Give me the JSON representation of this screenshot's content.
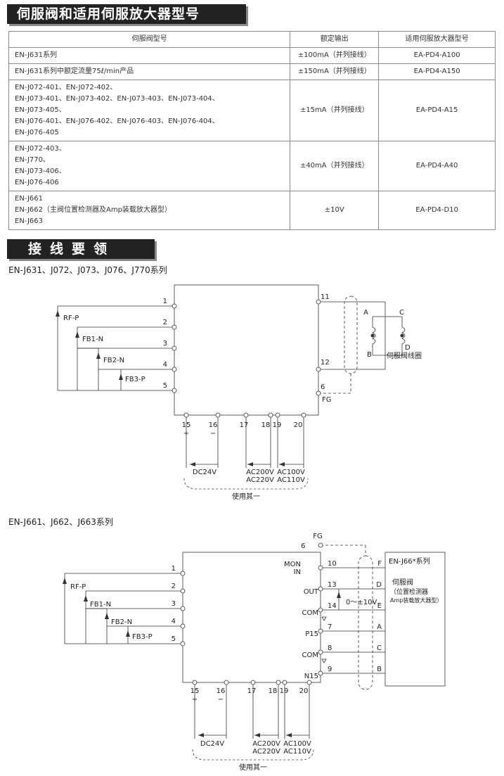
{
  "section1": {
    "title": "伺服阀和适用伺服放大器型号"
  },
  "table": {
    "headers": [
      "伺服阀型号",
      "额定输出",
      "适用伺服放大器型号"
    ],
    "rows": [
      {
        "models": [
          "EN-J631系列"
        ],
        "output": "±100mA（并列接线）",
        "amp": "EA-PD4-A100"
      },
      {
        "models": [
          "EN-J631系列中额定流量75ℓ/min产品"
        ],
        "output": "±150mA（并列接线）",
        "amp": "EA-PD4-A150"
      },
      {
        "models": [
          "EN-J072-401、EN-J072-402、",
          "EN-J073-401、EN-J073-402、EN-J073-403、EN-J073-404、",
          "EN-J073-405、",
          "EN-J076-401、EN-J076-402、EN-J076-403、EN-J076-404、",
          "EN-J076-405"
        ],
        "output": "±15mA（并列接线）",
        "amp": "EA-PD4-A15"
      },
      {
        "models": [
          "EN-J072-403、",
          "EN-J770、",
          "EN-J073-406、",
          "EN-J076-406"
        ],
        "output": "±40mA（并列接线）",
        "amp": "EA-PD4-A40"
      },
      {
        "models": [
          "EN-J661",
          "EN-J662（主阀位置检测器及Amp装载放大器型）",
          "EN-J663"
        ],
        "output": "±10V",
        "amp": "EA-PD4-D10"
      }
    ]
  },
  "section2": {
    "title": "接线要领"
  },
  "diagram1": {
    "caption": "EN-J631、J072、J073、J076、J770系列",
    "left_terminals": [
      "1",
      "2",
      "3",
      "4",
      "5"
    ],
    "inputs": [
      "RF-P",
      "FB1-N",
      "FB2-N",
      "FB3-P"
    ],
    "right_terminals": [
      "11",
      "12",
      "6"
    ],
    "fg": "FG",
    "coil_labels": [
      "A",
      "B",
      "C",
      "D"
    ],
    "coil_name": "伺服阀线圈",
    "bottom_terminals": [
      "15",
      "16",
      "17",
      "18",
      "19",
      "20"
    ],
    "polarity": [
      "+",
      "−"
    ],
    "supply_dc": "DC24V",
    "supply_ac200": [
      "AC200V",
      "AC220V"
    ],
    "supply_ac100": [
      "AC100V",
      "AC110V"
    ],
    "use_one": "使用其一"
  },
  "diagram2": {
    "caption": "EN-J661、J662、J663系列",
    "fg": "FG",
    "fg_terminal": "6",
    "left_terminals": [
      "1",
      "2",
      "3",
      "4",
      "5"
    ],
    "inputs": [
      "RF-P",
      "FB1-N",
      "FB2-N",
      "FB3-P"
    ],
    "signals": [
      {
        "name": "MON IN",
        "term": "10",
        "pin": "F"
      },
      {
        "name": "OUT",
        "term": "13",
        "pin": "D"
      },
      {
        "name": "COM",
        "term": "14",
        "pin": "E"
      },
      {
        "name": "P15",
        "term": "7",
        "pin": "A"
      },
      {
        "name": "COM",
        "term": "8",
        "pin": "C"
      },
      {
        "name": "N15",
        "term": "9",
        "pin": "B"
      }
    ],
    "out_range": "0～±10V",
    "valve_box": [
      "EN-J66*系列",
      "伺服阀",
      "（位置检测器",
      "Amp装载放大器型）"
    ],
    "bottom_terminals": [
      "15",
      "16",
      "17",
      "18",
      "19",
      "20"
    ],
    "polarity": [
      "+",
      "−"
    ],
    "supply_dc": "DC24V",
    "supply_ac200": [
      "AC200V",
      "AC220V"
    ],
    "supply_ac100": [
      "AC100V",
      "AC110V"
    ],
    "use_one": "使用其一"
  }
}
